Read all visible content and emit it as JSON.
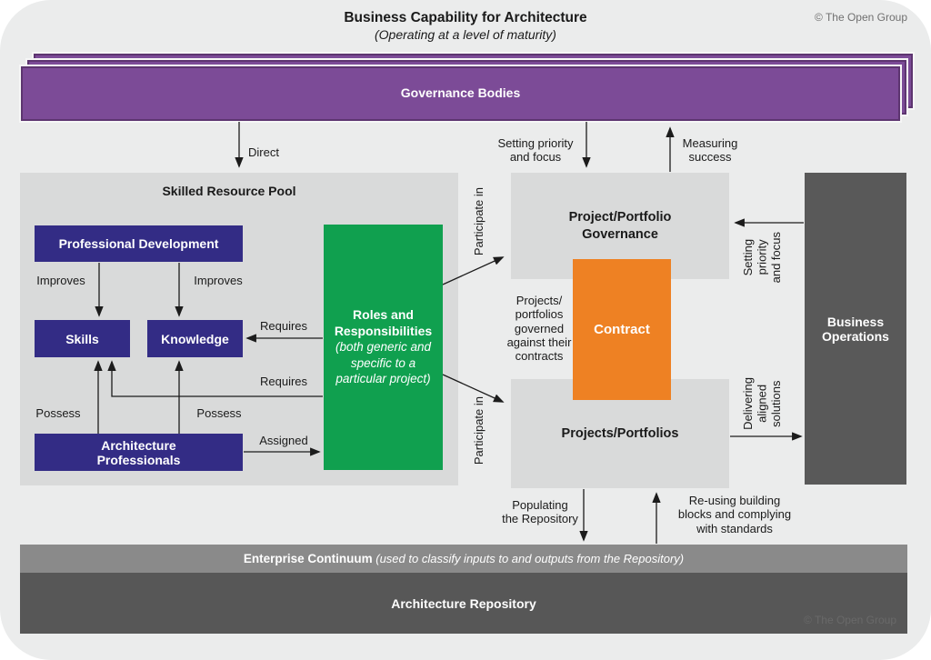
{
  "header": {
    "title": "Business Capability for Architecture",
    "subtitle": "(Operating at a level of maturity)",
    "copyright": "© The Open Group"
  },
  "governance_bodies": {
    "label": "Governance Bodies"
  },
  "skilled_resource_pool": {
    "title": "Skilled Resource Pool",
    "professional_development": "Professional Development",
    "skills": "Skills",
    "knowledge": "Knowledge",
    "architecture_professionals": "Architecture\nProfessionals"
  },
  "roles_responsibilities": {
    "title": "Roles and\nResponsibilities",
    "subtitle": "(both generic and\nspecific to a\nparticular project)"
  },
  "governance_flow": {
    "project_portfolio_governance": "Project/Portfolio\nGovernance",
    "contract": "Contract",
    "governed_note": "Projects/\nportfolios\ngoverned\nagainst their\ncontracts",
    "projects_portfolios": "Projects/Portfolios"
  },
  "business_operations": {
    "label": "Business\nOperations"
  },
  "repository": {
    "enterprise_continuum_bold": "Enterprise Continuum",
    "enterprise_continuum_italic": " (used to classify inputs to and outputs from the Repository)",
    "architecture_repository": "Architecture Repository",
    "watermark": "© The Open Group"
  },
  "edge_labels": {
    "direct": "Direct",
    "setting_priority_top": "Setting priority\nand focus",
    "measuring_success": "Measuring\nsuccess",
    "improves_left": "Improves",
    "improves_right": "Improves",
    "requires_top": "Requires",
    "requires_bottom": "Requires",
    "possess_left": "Possess",
    "possess_right": "Possess",
    "assigned": "Assigned",
    "participate_in_top": "Participate in",
    "participate_in_bottom": "Participate in",
    "setting_priority_right": "Setting\npriority\nand focus",
    "delivering_solutions": "Delivering\naligned\nsolutions",
    "populating_repository": "Populating\nthe Repository",
    "reusing_blocks": "Re-using building\nblocks and complying\nwith standards"
  },
  "colors": {
    "purple": "#7c4b97",
    "purple_border": "#5d3570",
    "indigo": "#332c85",
    "green": "#10a04f",
    "orange": "#ee8123",
    "dark_gray": "#595959",
    "mid_gray": "#8a8a8a",
    "panel_gray": "#d9dada",
    "canvas_gray": "#ebecec"
  }
}
